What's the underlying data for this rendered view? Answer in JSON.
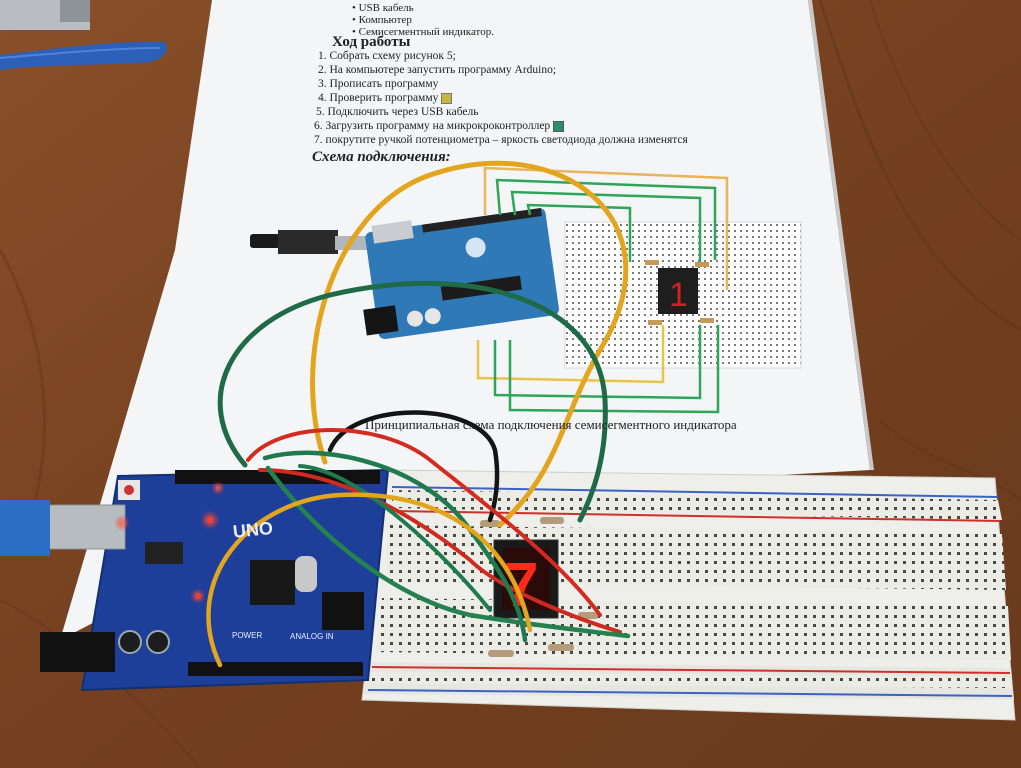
{
  "document": {
    "bullets": [
      "USB кабель",
      "Компьютер",
      "Семисегментный индикатор."
    ],
    "procedure_heading": "Ход работы",
    "steps": [
      {
        "num": "1.",
        "text": "Собрать схему рисунок 5;"
      },
      {
        "num": "2.",
        "text": "На компьютере запустить программу Arduino;"
      },
      {
        "num": "3.",
        "text": "Прописать программу"
      },
      {
        "num": "4.",
        "text": "Проверить программу"
      },
      {
        "num": "5.",
        "text": "Подключить через USB кабель"
      },
      {
        "num": "6.",
        "text": "Загрузить программу на микрокроконтроллер"
      },
      {
        "num": "7.",
        "text": "покрутите ручкой потенциометра – яркость светодиода должна изменятся"
      }
    ],
    "schematic_heading": "Схема подключения:",
    "caption": "Принципиальная схема подключения семисегментного индикатора",
    "diagram_display_digit": "1"
  },
  "board": {
    "brand_text": "UNO",
    "power_label": "POWER",
    "analog_label": "ANALOG IN",
    "display_digit": "7"
  },
  "colors": {
    "table": "#7a4424",
    "paper": "#f4f5f7",
    "board_pcb": "#1d3f9a",
    "breadboard": "#eeeeea",
    "led_red": "#ff2a1a",
    "wire_yellow": "#e3a51e",
    "wire_green": "#1f7a4d",
    "wire_red": "#d42a1f",
    "wire_black": "#151515"
  }
}
